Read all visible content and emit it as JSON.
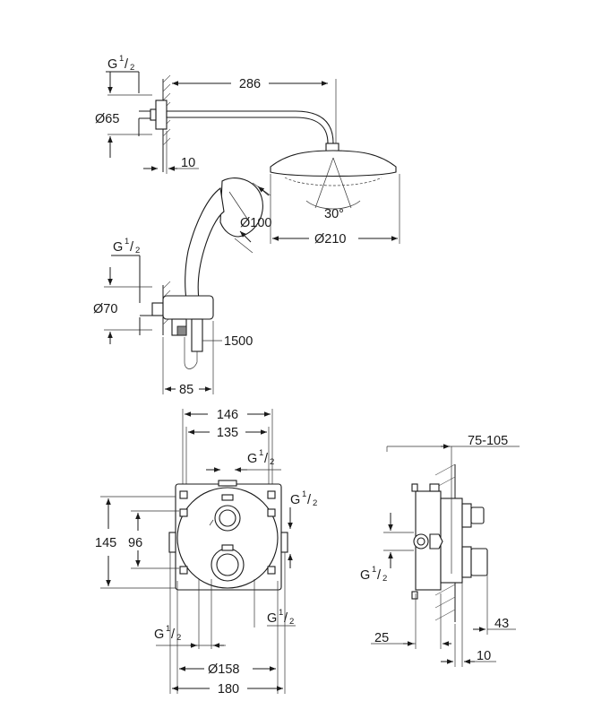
{
  "shower_set": {
    "arm_length": "286",
    "flange_diameter": "Ø65",
    "thread_top": "G",
    "thread_num": "1",
    "thread_den": "2",
    "wall_offset": "10",
    "head_angle": "30°",
    "head_diameter": "Ø210",
    "hand_shower_diameter": "Ø100",
    "hose_length": "1500",
    "elbow_diameter": "Ø70",
    "elbow_depth": "85"
  },
  "front_view": {
    "width_outer": "146",
    "width_inner": "135",
    "height_outer": "145",
    "height_inner": "96",
    "cover_diameter": "Ø158",
    "plate_width": "180",
    "thread_label": "G"
  },
  "side_view": {
    "depth_range": "75-105",
    "depth_43": "43",
    "depth_25": "25",
    "depth_10": "10",
    "thread_label": "G"
  }
}
